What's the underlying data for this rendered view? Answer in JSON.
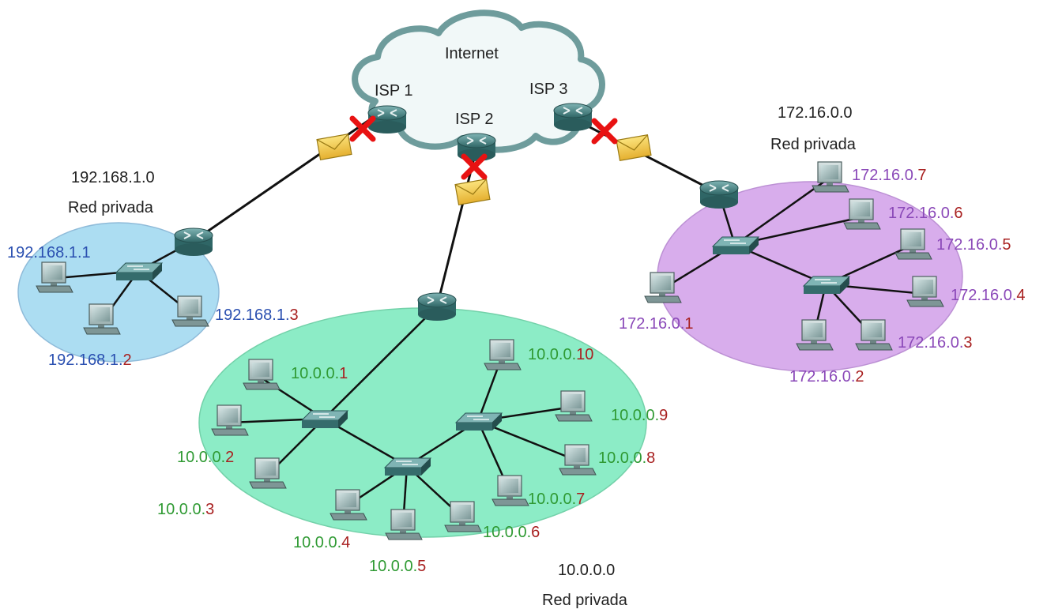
{
  "colors": {
    "blue_net": "#a8dcf2",
    "green_net": "#86ecc4",
    "purple_net": "#d6a9ec",
    "cloud": "#f1f8f8",
    "cloud_edge": "#6e9c9c",
    "device": "#3d7a7a",
    "blocked": "#e81212",
    "envelope": "#f1c94a",
    "label_blue": "#2a4fb0",
    "label_green": "#2f9a33",
    "label_red": "#a82020",
    "label_purple": "#8a48b8"
  },
  "cloud": {
    "label": "Internet"
  },
  "isps": [
    {
      "label": "ISP 1"
    },
    {
      "label": "ISP 2"
    },
    {
      "label": "ISP 3"
    }
  ],
  "networks": {
    "net_192": {
      "address": "192.168.1.0",
      "type": "Red privada",
      "hosts": [
        {
          "a": "192.168.1.",
          "b": "1",
          "ca": "label_blue",
          "cb": "label_blue"
        },
        {
          "a": "192.168.1.",
          "b": "2",
          "ca": "label_blue",
          "cb": "label_red"
        },
        {
          "a": "192.168.1.",
          "b": "3",
          "ca": "label_blue",
          "cb": "label_red"
        }
      ]
    },
    "net_10": {
      "address": "10.0.0.0",
      "type": "Red privada",
      "hosts": [
        {
          "a": "10.0.0.",
          "b": "1",
          "ca": "label_green",
          "cb": "label_red"
        },
        {
          "a": "10.0.0.",
          "b": "2",
          "ca": "label_green",
          "cb": "label_red"
        },
        {
          "a": "10.0.0.",
          "b": "3",
          "ca": "label_green",
          "cb": "label_red"
        },
        {
          "a": "10.0.0.",
          "b": "4",
          "ca": "label_green",
          "cb": "label_red"
        },
        {
          "a": "10.0.0.",
          "b": "5",
          "ca": "label_green",
          "cb": "label_red"
        },
        {
          "a": "10.0.0.",
          "b": "6",
          "ca": "label_green",
          "cb": "label_red"
        },
        {
          "a": "10.0.0.",
          "b": "7",
          "ca": "label_green",
          "cb": "label_red"
        },
        {
          "a": "10.0.0.",
          "b": "8",
          "ca": "label_green",
          "cb": "label_red"
        },
        {
          "a": "10.0.0.",
          "b": "9",
          "ca": "label_green",
          "cb": "label_red"
        },
        {
          "a": "10.0.0.",
          "b": "10",
          "ca": "label_green",
          "cb": "label_red"
        }
      ]
    },
    "net_172": {
      "address": "172.16.0.0",
      "type": "Red privada",
      "hosts": [
        {
          "a": "172.16.0.",
          "b": "1",
          "ca": "label_purple",
          "cb": "label_red"
        },
        {
          "a": "172.16.0.",
          "b": "2",
          "ca": "label_purple",
          "cb": "label_red"
        },
        {
          "a": "172.16.0.",
          "b": "3",
          "ca": "label_purple",
          "cb": "label_red"
        },
        {
          "a": "172.16.0.",
          "b": "4",
          "ca": "label_purple",
          "cb": "label_red"
        },
        {
          "a": "172.16.0.",
          "b": "5",
          "ca": "label_purple",
          "cb": "label_red"
        },
        {
          "a": "172.16.0.",
          "b": "6",
          "ca": "label_purple",
          "cb": "label_red"
        },
        {
          "a": "172.16.0.",
          "b": "7",
          "ca": "label_purple",
          "cb": "label_red"
        }
      ]
    }
  }
}
